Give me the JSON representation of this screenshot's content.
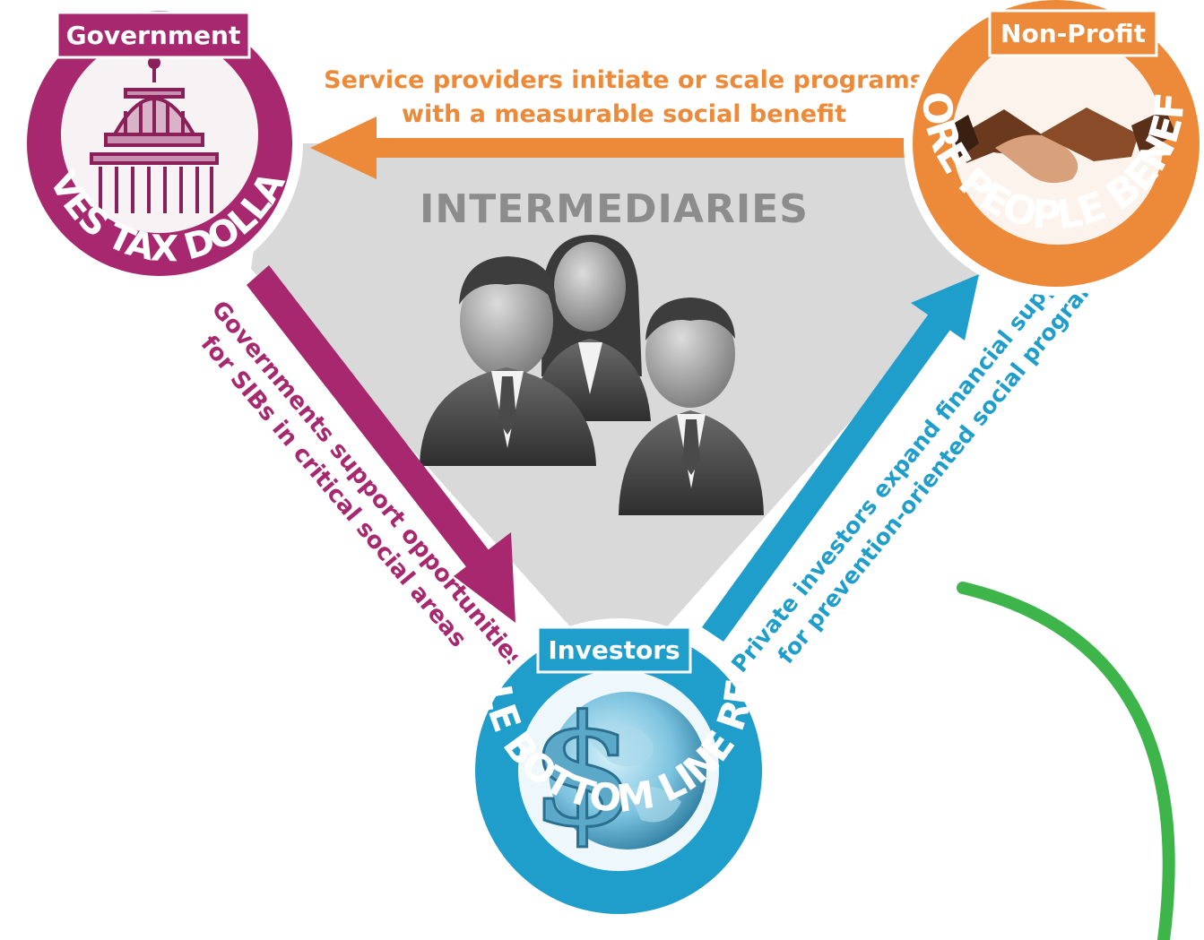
{
  "colors": {
    "government": "#a8286f",
    "nonprofit": "#ec8a3a",
    "investors": "#1f9ecb",
    "intermediaries_fill": "#d9d9d9",
    "intermediaries_text": "#8c8c8c",
    "accent_arc": "#3db54a"
  },
  "intermediaries": {
    "title": "INTERMEDIARIES",
    "icon": "group-of-three-people-icon"
  },
  "nodes": {
    "government": {
      "badge": "Government",
      "slogan": "SAVES TAX DOLLARS",
      "icon": "capitol-dome-icon"
    },
    "nonprofit": {
      "badge": "Non-Profit",
      "slogan": "MORE PEOPLE BENEFIT",
      "icon": "handshake-icon"
    },
    "investors": {
      "badge": "Investors",
      "slogan": "DOUBLE BOTTOM LINE RETURN",
      "icon": "dollar-globe-icon"
    }
  },
  "flows": {
    "nonprofit_to_government": {
      "line1": "Service providers initiate or scale programs",
      "line2": "with a measurable social benefit"
    },
    "government_to_investors": {
      "line1": "Governments support opportunities",
      "line2": "for SIBs in critical social areas"
    },
    "investors_to_nonprofit": {
      "line1": "Private investors expand financial support",
      "line2": "for prevention-oriented social programs"
    }
  }
}
